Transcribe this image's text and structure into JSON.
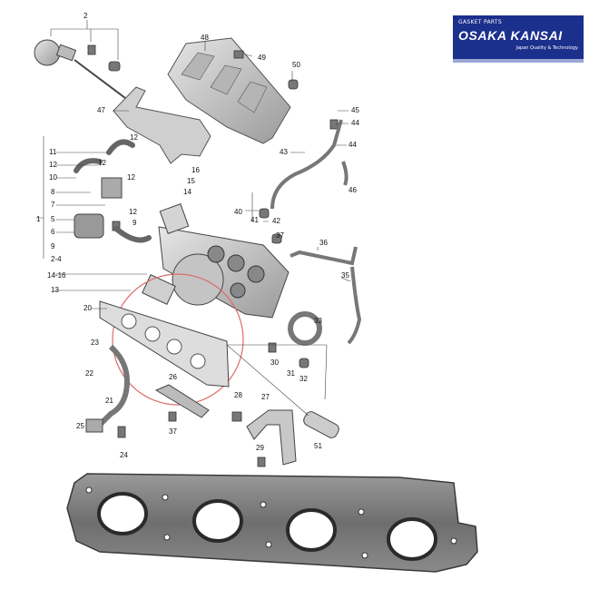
{
  "logo": {
    "tagline": "GASKET PARTS",
    "brand": "OSAKA KANSAI",
    "subtitle": "Japan Quality & Technology"
  },
  "callouts": [
    {
      "id": "2",
      "label": "2"
    },
    {
      "id": "48",
      "label": "48"
    },
    {
      "id": "49",
      "label": "49"
    },
    {
      "id": "50",
      "label": "50"
    },
    {
      "id": "47",
      "label": "47"
    },
    {
      "id": "45",
      "label": "45"
    },
    {
      "id": "44a",
      "label": "44"
    },
    {
      "id": "44b",
      "label": "44"
    },
    {
      "id": "43",
      "label": "43"
    },
    {
      "id": "46",
      "label": "46"
    },
    {
      "id": "11",
      "label": "11"
    },
    {
      "id": "12a",
      "label": "12"
    },
    {
      "id": "12b",
      "label": "12"
    },
    {
      "id": "12c",
      "label": "12"
    },
    {
      "id": "12d",
      "label": "12"
    },
    {
      "id": "12e",
      "label": "12"
    },
    {
      "id": "10",
      "label": "10"
    },
    {
      "id": "8",
      "label": "8"
    },
    {
      "id": "7",
      "label": "7"
    },
    {
      "id": "1",
      "label": "1"
    },
    {
      "id": "5",
      "label": "5"
    },
    {
      "id": "6",
      "label": "6"
    },
    {
      "id": "9a",
      "label": "9"
    },
    {
      "id": "9b",
      "label": "9"
    },
    {
      "id": "2-4",
      "label": "2-4"
    },
    {
      "id": "16",
      "label": "16"
    },
    {
      "id": "15",
      "label": "15"
    },
    {
      "id": "14",
      "label": "14"
    },
    {
      "id": "14-16",
      "label": "14-16"
    },
    {
      "id": "13",
      "label": "13"
    },
    {
      "id": "40",
      "label": "40"
    },
    {
      "id": "41",
      "label": "41"
    },
    {
      "id": "42",
      "label": "42"
    },
    {
      "id": "37a",
      "label": "37"
    },
    {
      "id": "36",
      "label": "36"
    },
    {
      "id": "35",
      "label": "35"
    },
    {
      "id": "20",
      "label": "20"
    },
    {
      "id": "23",
      "label": "23"
    },
    {
      "id": "22",
      "label": "22"
    },
    {
      "id": "21",
      "label": "21"
    },
    {
      "id": "25",
      "label": "25"
    },
    {
      "id": "24",
      "label": "24"
    },
    {
      "id": "26",
      "label": "26"
    },
    {
      "id": "37b",
      "label": "37"
    },
    {
      "id": "30",
      "label": "30"
    },
    {
      "id": "31",
      "label": "31"
    },
    {
      "id": "32",
      "label": "32"
    },
    {
      "id": "33",
      "label": "33"
    },
    {
      "id": "28",
      "label": "28"
    },
    {
      "id": "27",
      "label": "27"
    },
    {
      "id": "29",
      "label": "29"
    },
    {
      "id": "51",
      "label": "51"
    }
  ]
}
